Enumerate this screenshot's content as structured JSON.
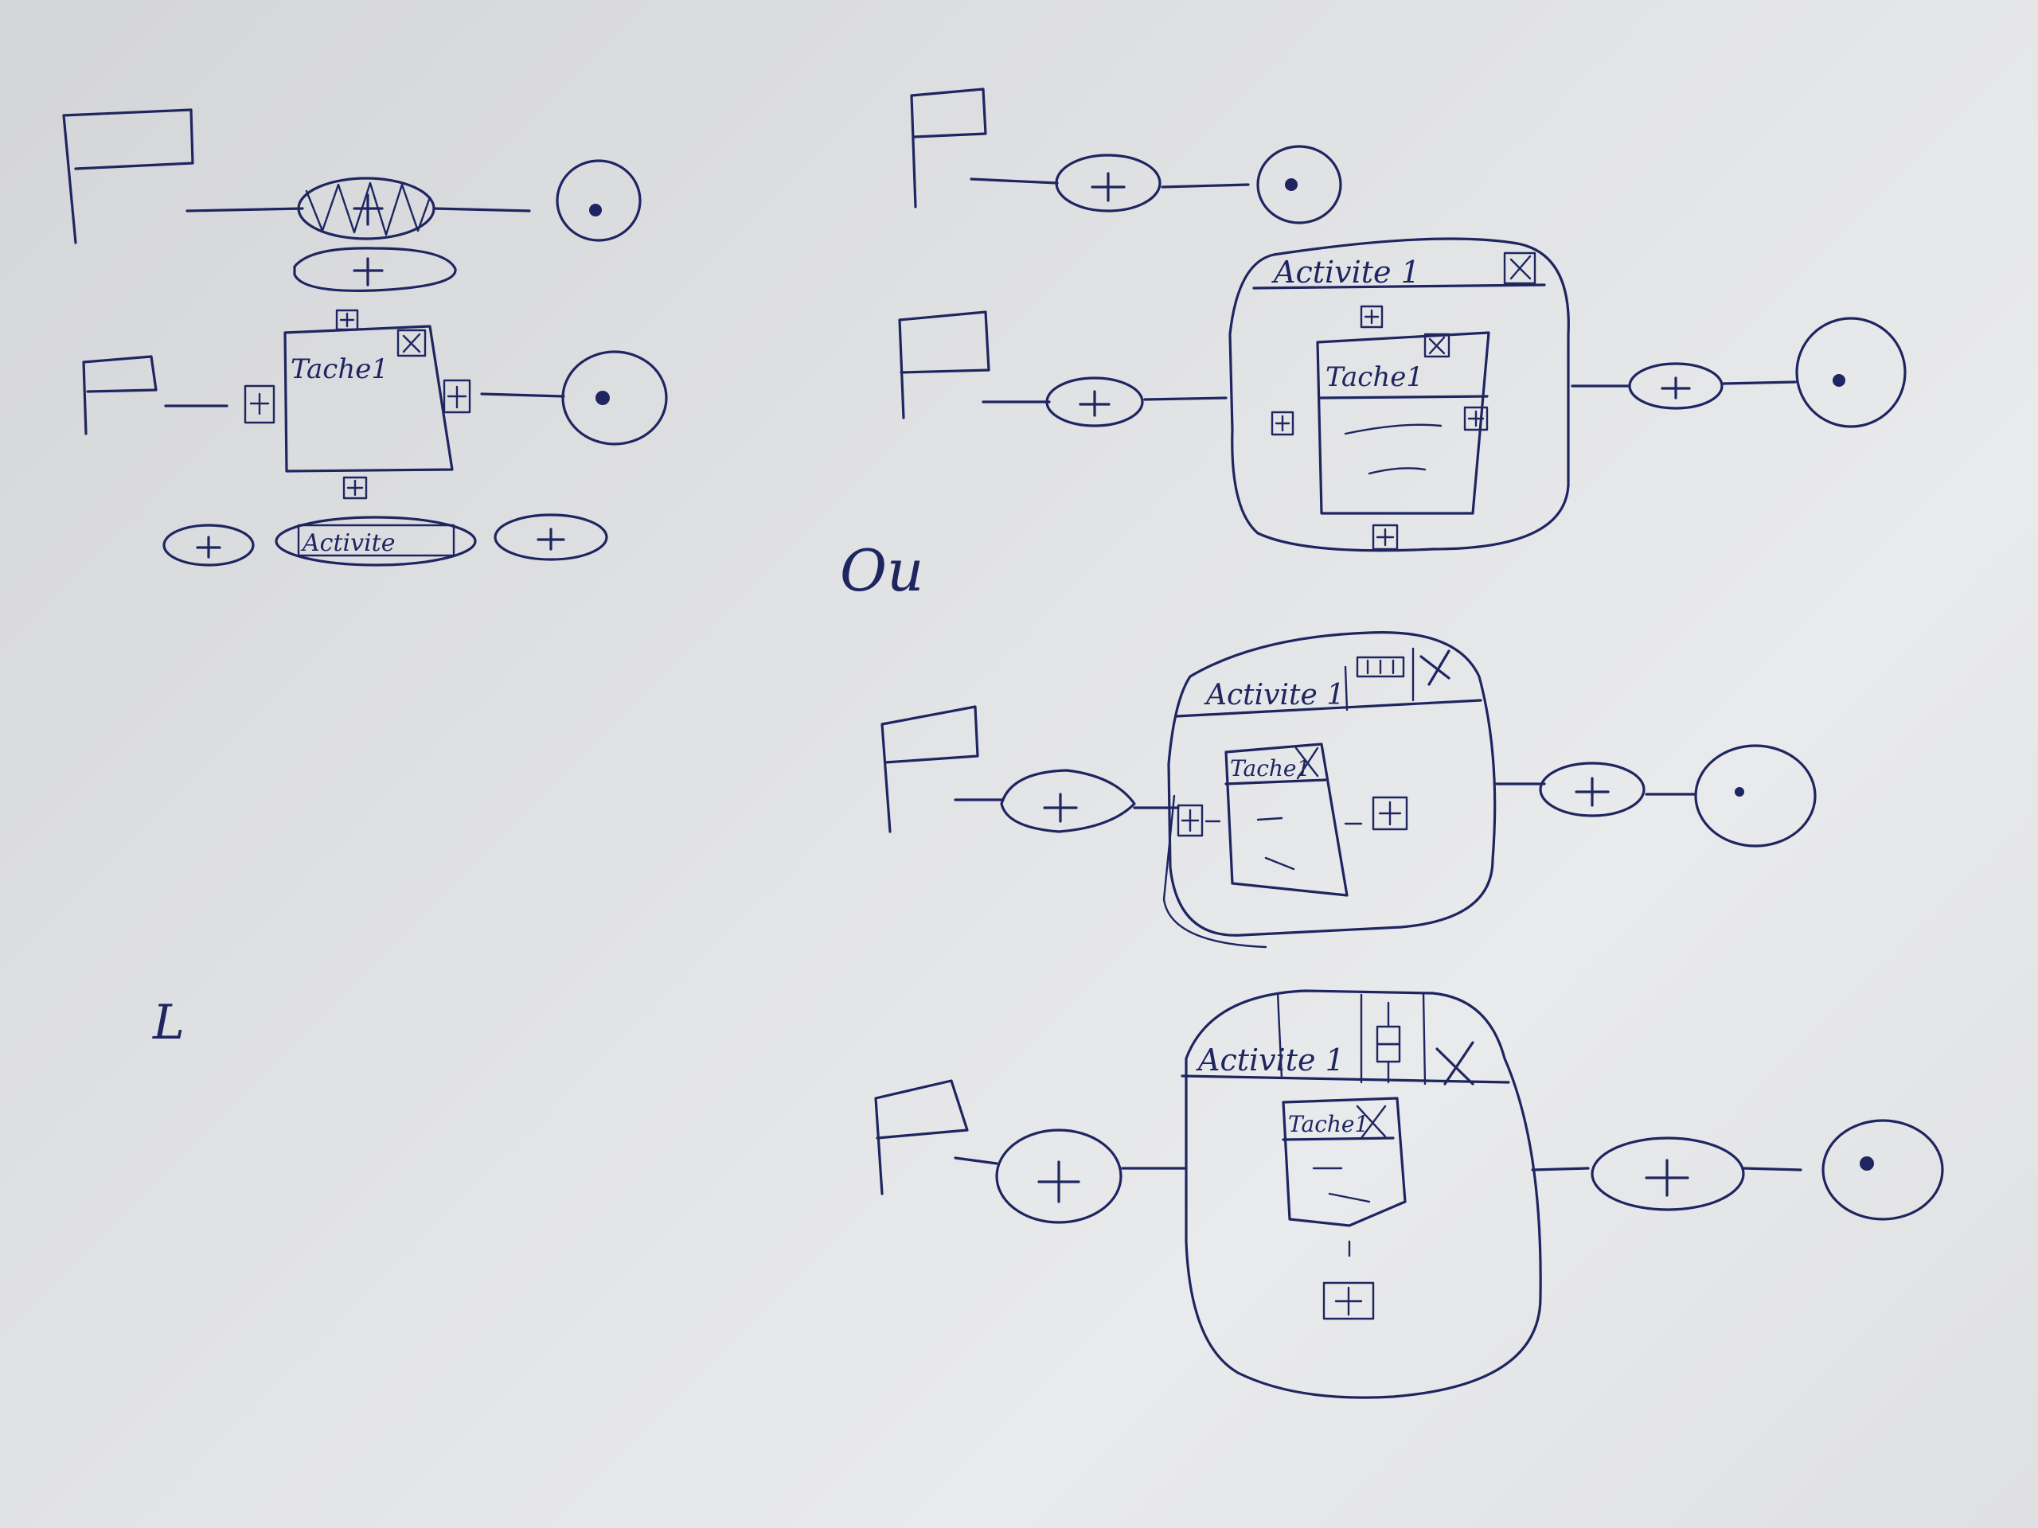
{
  "colors": {
    "paper": "#e2e3e5",
    "ink": "#1e2560"
  },
  "icons": {
    "start": "flag-icon",
    "end": "end-dot-circle-icon",
    "gateway": "plus-oval-icon",
    "add": "plus-square-icon",
    "close": "x-square-icon",
    "menu": "ellipsis-box-icon"
  },
  "sketch_a": {
    "task_label": "Tache1",
    "activity_label": "Activite"
  },
  "sketch_b": {
    "activity_label": "Activite 1",
    "task_label": "Tache1"
  },
  "separator_text": "Ou",
  "sketch_c": {
    "activity_label": "Activite 1",
    "task_label": "Tache1"
  },
  "sketch_d": {
    "activity_label": "Activite 1",
    "task_label": "Tache1"
  },
  "margin_mark": "L"
}
